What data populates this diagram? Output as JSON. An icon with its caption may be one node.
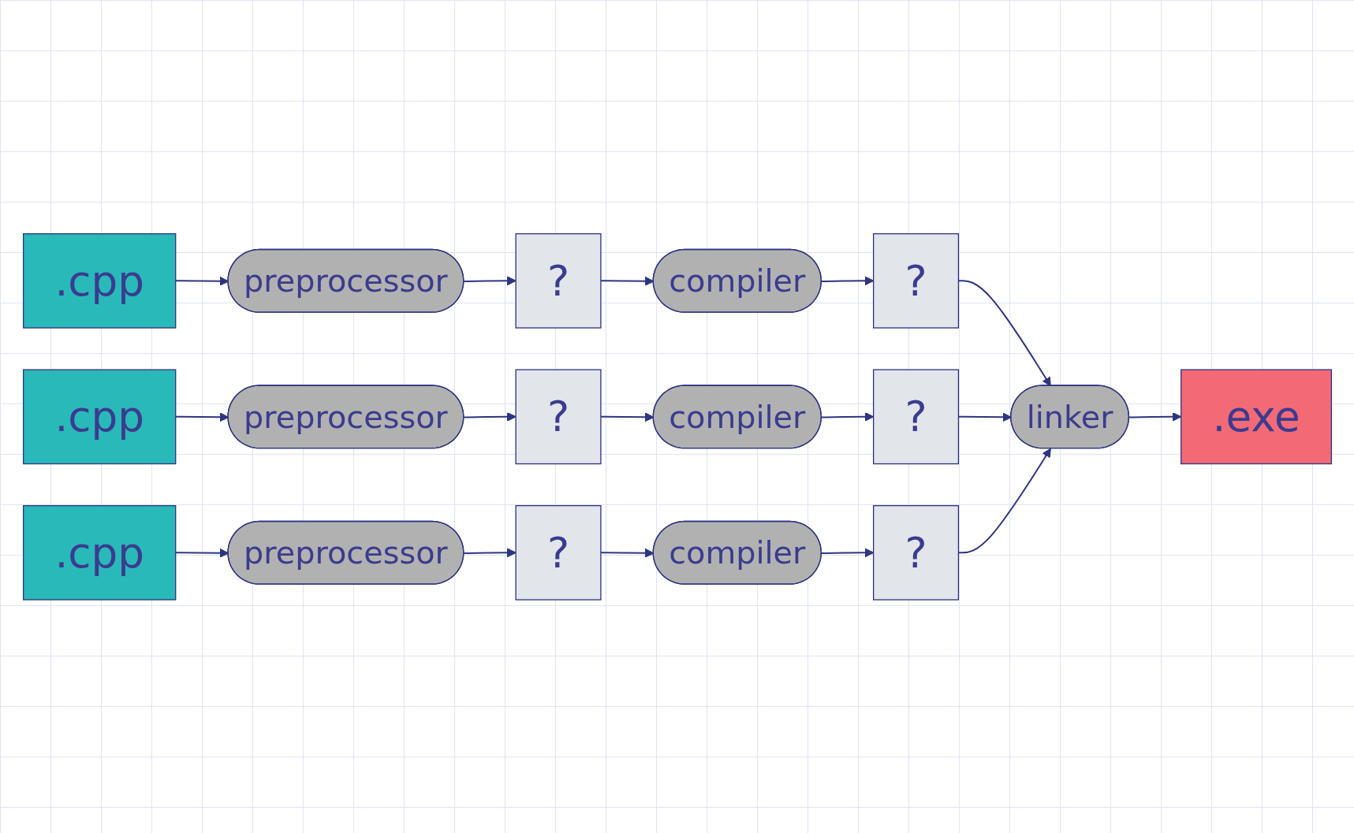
{
  "diagram": {
    "nodes": [
      {
        "text": [
          ".cpp"
        ]
      },
      {
        "text": [
          "preprocessor"
        ]
      },
      {
        "text": [
          "?"
        ]
      },
      {
        "text": [
          "compiler"
        ]
      },
      {
        "text": [
          "?"
        ]
      },
      {
        "text": [
          ".cpp"
        ]
      },
      {
        "text": [
          "preprocessor"
        ]
      },
      {
        "text": [
          "?"
        ]
      },
      {
        "text": [
          "compiler"
        ]
      },
      {
        "text": [
          "?"
        ]
      },
      {
        "text": [
          "linker"
        ]
      },
      {
        "text": [
          ".exe"
        ]
      },
      {
        "text": [
          ".cpp"
        ]
      },
      {
        "text": [
          "preprocessor"
        ]
      },
      {
        "text": [
          "?"
        ]
      },
      {
        "text": [
          "compiler"
        ]
      },
      {
        "text": [
          "?"
        ]
      }
    ],
    "edges": [
      {
        "from": 0,
        "to": 1,
        "arrow": "to"
      },
      {
        "from": 1,
        "to": 2,
        "arrow": "to"
      },
      {
        "from": 2,
        "to": 3,
        "arrow": "to"
      },
      {
        "from": 3,
        "to": 4,
        "arrow": "to"
      },
      {
        "from": 4,
        "to": 10,
        "arrow": "to"
      },
      {
        "from": 5,
        "to": 6,
        "arrow": "to"
      },
      {
        "from": 6,
        "to": 7,
        "arrow": "to"
      },
      {
        "from": 7,
        "to": 8,
        "arrow": "to"
      },
      {
        "from": 8,
        "to": 9,
        "arrow": "to"
      },
      {
        "from": 9,
        "to": 10,
        "arrow": "to"
      },
      {
        "from": 10,
        "to": 11,
        "arrow": "to"
      },
      {
        "from": 12,
        "to": 13,
        "arrow": "to"
      },
      {
        "from": 13,
        "to": 14,
        "arrow": "to"
      },
      {
        "from": 14,
        "to": 15,
        "arrow": "to"
      },
      {
        "from": 15,
        "to": 16,
        "arrow": "to"
      },
      {
        "from": 16,
        "to": 10,
        "arrow": "to"
      }
    ]
  }
}
